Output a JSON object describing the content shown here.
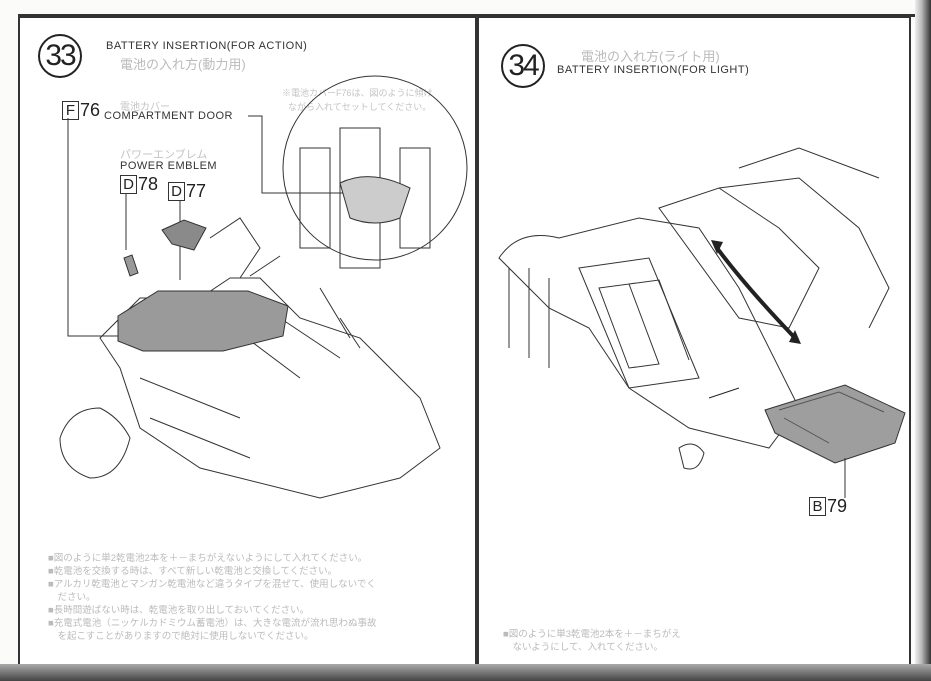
{
  "step33": {
    "number": "33",
    "title_en": "BATTERY INSERTION(FOR ACTION)",
    "title_jp": "電池の入れ方(動力用)",
    "note_jp": [
      "※電池カバーF76は、図のように傾け",
      "ながら入れてセットしてください。"
    ],
    "parts": [
      {
        "letter": "F",
        "number": "76",
        "label_en": "COMPARTMENT DOOR",
        "label_jp": "電池カバー"
      },
      {
        "letter": "D",
        "number": "78",
        "label_en": "POWER EMBLEM",
        "label_jp": "パワーエンブレム"
      },
      {
        "letter": "D",
        "number": "77"
      }
    ],
    "instructions": [
      "■図のように単2乾電池2本を＋－まちがえないようにして入れてください。",
      "■乾電池を交換する時は、すべて新しい乾電池と交換してください。",
      "■アルカリ乾電池とマンガン乾電池など違うタイプを混ぜて、使用しないでく",
      "　ださい。",
      "■長時間遊ばない時は、乾電池を取り出しておいてください。",
      "■充電式電池（ニッケルカドミウム蓄電池）は、大きな電流が流れ思わぬ事故",
      "　を起こすことがありますので絶対に使用しないでください。"
    ]
  },
  "step34": {
    "number": "34",
    "title_jp": "電池の入れ方(ライト用)",
    "title_en": "BATTERY INSERTION(FOR LIGHT)",
    "part": {
      "letter": "B",
      "number": "79"
    },
    "instructions": [
      "■図のように単3乾電池2本を＋－まちがえ",
      "　ないようにして、入れてください。"
    ]
  }
}
